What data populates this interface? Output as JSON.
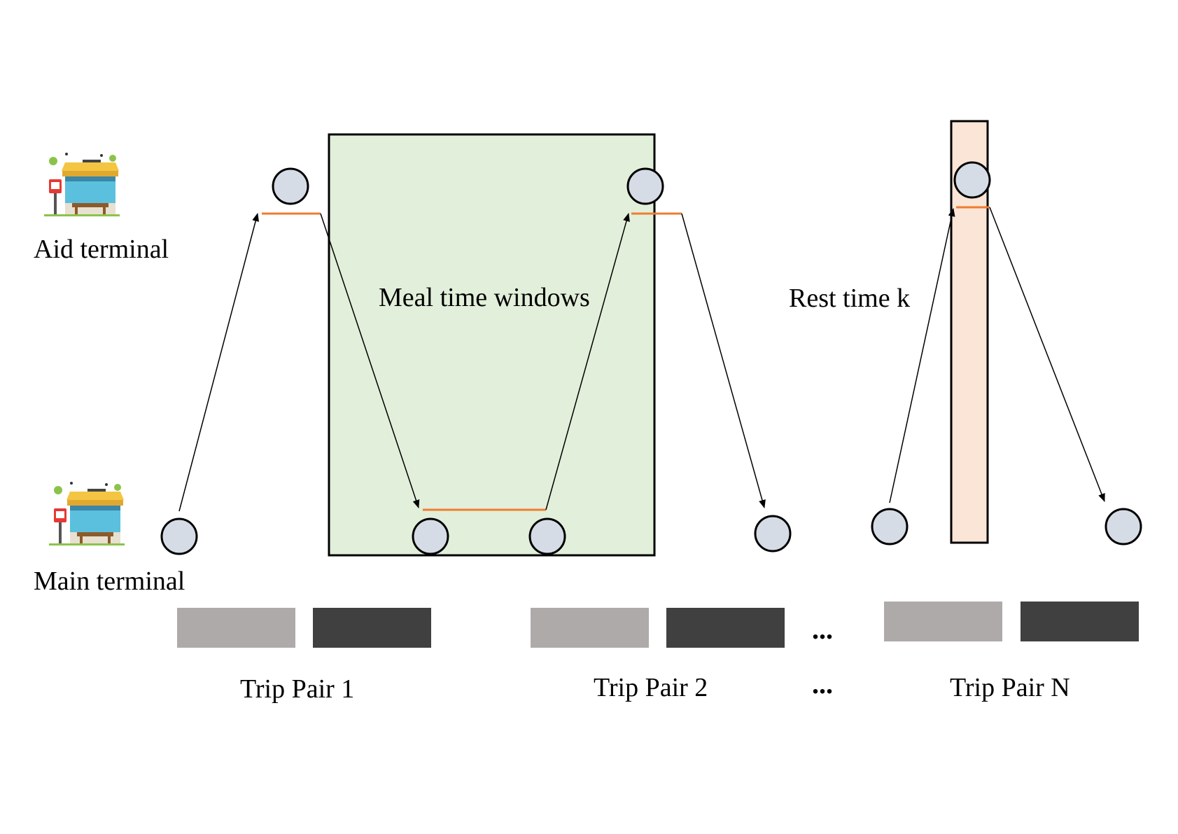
{
  "terminals": {
    "aid": {
      "label": "Aid terminal",
      "icon": "bus-stop-icon"
    },
    "main": {
      "label": "Main terminal",
      "icon": "bus-stop-icon"
    }
  },
  "windows": {
    "meal": {
      "label": "Meal time windows",
      "fill": "#e2efda",
      "stroke": "#000000"
    },
    "rest": {
      "label": "Rest time k",
      "fill": "#fbe5d6",
      "stroke": "#000000"
    }
  },
  "trip_pairs": [
    {
      "label": "Trip Pair 1"
    },
    {
      "label": "Trip Pair 2"
    },
    {
      "label": "Trip Pair N"
    }
  ],
  "ellipsis": "...",
  "colors": {
    "node_fill": "#d6dce5",
    "node_stroke": "#000000",
    "dwell_line": "#ed7d31",
    "trip_outbound_bar": "#aeaaaa",
    "trip_return_bar": "#404040"
  }
}
